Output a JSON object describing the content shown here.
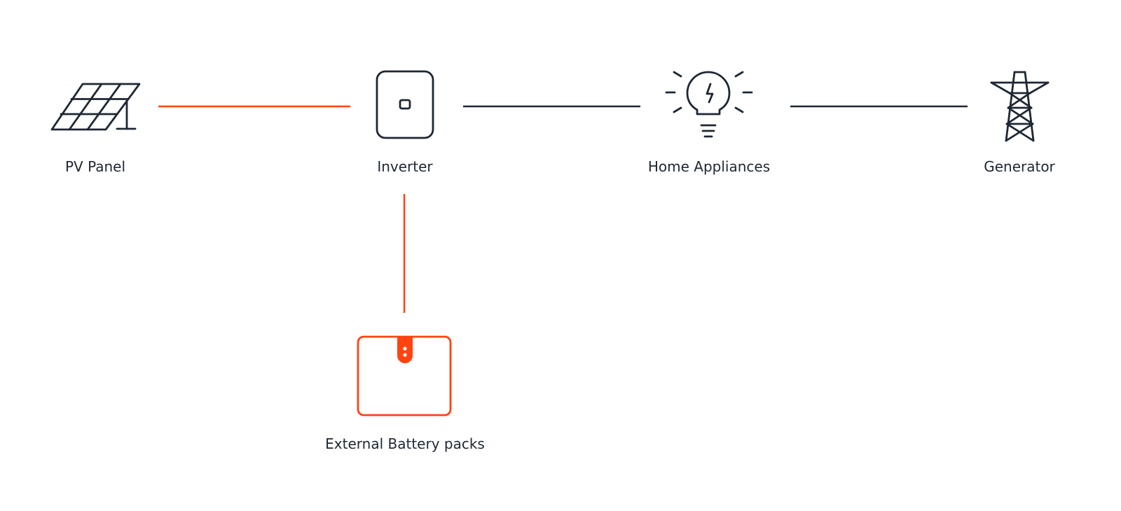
{
  "nodes": {
    "pv_panel": {
      "label": "PV Panel",
      "icon": "solar-panel-icon"
    },
    "inverter": {
      "label": "Inverter",
      "icon": "inverter-icon"
    },
    "home_appliances": {
      "label": "Home Appliances",
      "icon": "light-bulb-icon"
    },
    "generator": {
      "label": "Generator",
      "icon": "transmission-tower-icon"
    },
    "battery": {
      "label": "External Battery packs",
      "icon": "battery-pack-icon"
    }
  },
  "connections": [
    {
      "from": "PV Panel",
      "to": "Inverter",
      "color": "#ff4410"
    },
    {
      "from": "Inverter",
      "to": "Home Appliances",
      "color": "#1e2733"
    },
    {
      "from": "Home Appliances",
      "to": "Generator",
      "color": "#1e2733"
    },
    {
      "from": "Inverter",
      "to": "External Battery packs",
      "color": "#ff4410"
    }
  ],
  "colors": {
    "accent": "#ff4410",
    "dark": "#1e2733",
    "background": "#ffffff"
  }
}
